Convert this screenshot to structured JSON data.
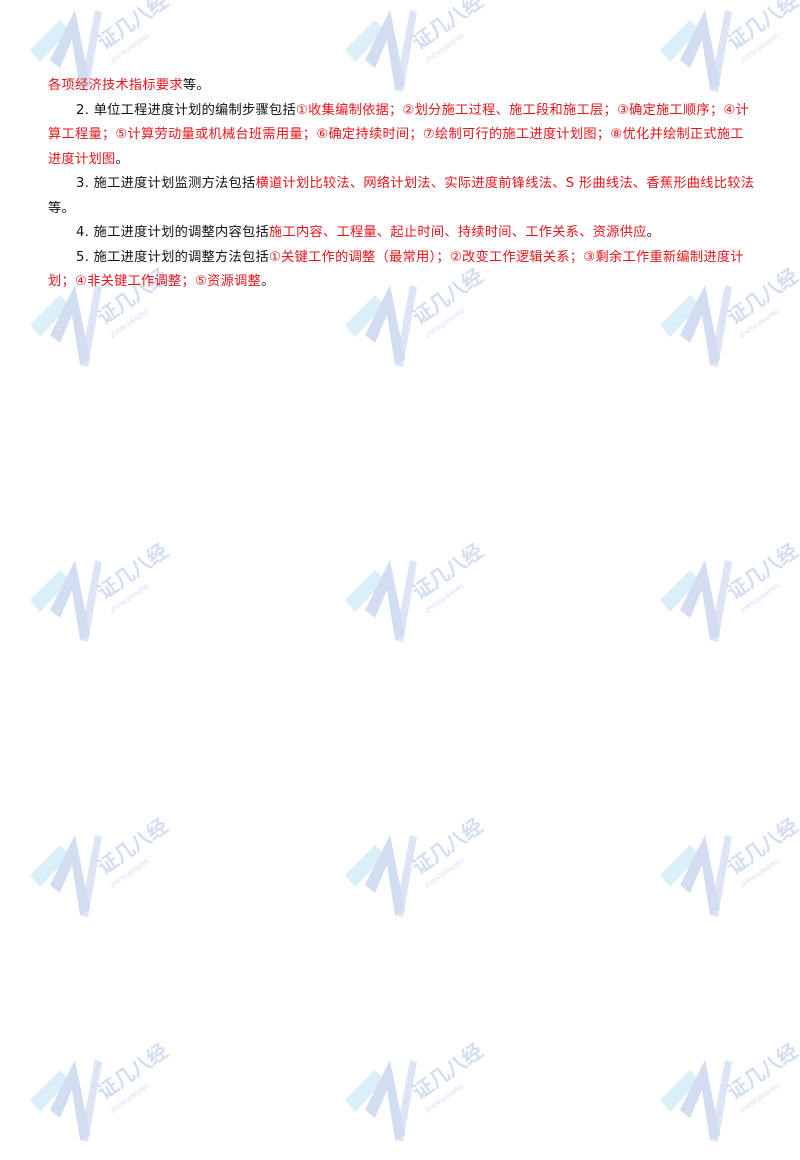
{
  "watermark": {
    "text": "证几八经",
    "subtext": "ZHENGJIBAJING",
    "colors": {
      "primary": "#6b8fd6",
      "accent": "#3aa8d8"
    },
    "icon": "logo-watermark"
  },
  "paragraphs": [
    {
      "segments": [
        {
          "text": "各项经济技术指标要求",
          "red": true
        },
        {
          "text": "等。",
          "red": false
        }
      ]
    },
    {
      "segments": [
        {
          "text": "2. 单位工程进度计划的编制步骤包括",
          "red": false
        },
        {
          "text": "①收集编制依据；②划分施工过程、施工段和施工层；③确定施工顺序；④计算工程量；⑤计算劳动量或机械台班需用量；⑥确定持续时间；⑦绘制可行的施工进度计划图；⑧优化并绘制正式施工进度计划图",
          "red": true
        },
        {
          "text": "。",
          "red": false
        }
      ]
    },
    {
      "segments": [
        {
          "text": "3. 施工进度计划监测方法包括",
          "red": false
        },
        {
          "text": "横道计划比较法、网络计划法、实际进度前锋线法、S 形曲线法、香蕉形曲线比较法",
          "red": true
        },
        {
          "text": "等。",
          "red": false
        }
      ]
    },
    {
      "segments": [
        {
          "text": "4. 施工进度计划的调整内容包括",
          "red": false
        },
        {
          "text": "施工内容、工程量、起止时间、持续时间、工作关系、资源供应",
          "red": true
        },
        {
          "text": "。",
          "red": false
        }
      ]
    },
    {
      "segments": [
        {
          "text": "5. 施工进度计划的调整方法包括",
          "red": false
        },
        {
          "text": "①关键工作的调整（最常用）；②改变工作逻辑关系；③剩余工作重新编制进度计划；④非关键工作调整；⑤资源调整",
          "red": true
        },
        {
          "text": "。",
          "red": false
        }
      ]
    }
  ]
}
